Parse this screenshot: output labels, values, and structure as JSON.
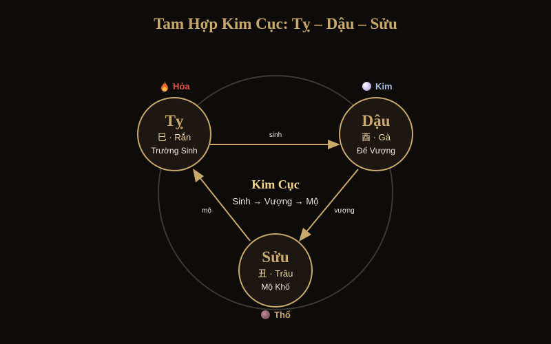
{
  "title": "Tam Hợp Kim Cục: Tỵ – Dậu – Sửu",
  "center": {
    "title": "Kim Cục",
    "subtitle": "Sinh → Vượng → Mộ"
  },
  "nodes": [
    {
      "name": "Tỵ",
      "branch": "巳 · Rắn",
      "stage": "Trường Sinh",
      "element": "Hỏa",
      "element_icon": "fire-icon",
      "element_color": "#e0543f"
    },
    {
      "name": "Dậu",
      "branch": "酉 · Gà",
      "stage": "Đế Vượng",
      "element": "Kim",
      "element_icon": "metal-orb-icon",
      "element_color": "#a9bde0"
    },
    {
      "name": "Sửu",
      "branch": "丑 · Trâu",
      "stage": "Mộ Khố",
      "element": "Thổ",
      "element_icon": "earth-orb-icon",
      "element_color": "#c9a86a"
    }
  ],
  "edges": [
    {
      "from": "Tỵ",
      "to": "Dậu",
      "label": "sinh"
    },
    {
      "from": "Dậu",
      "to": "Sửu",
      "label": "vượng"
    },
    {
      "from": "Sửu",
      "to": "Tỵ",
      "label": "mộ"
    }
  ],
  "colors": {
    "accent": "#c9a86a",
    "background": "#0d0c0b",
    "node_fill": "#1c1713",
    "ring": "#3a3832"
  }
}
